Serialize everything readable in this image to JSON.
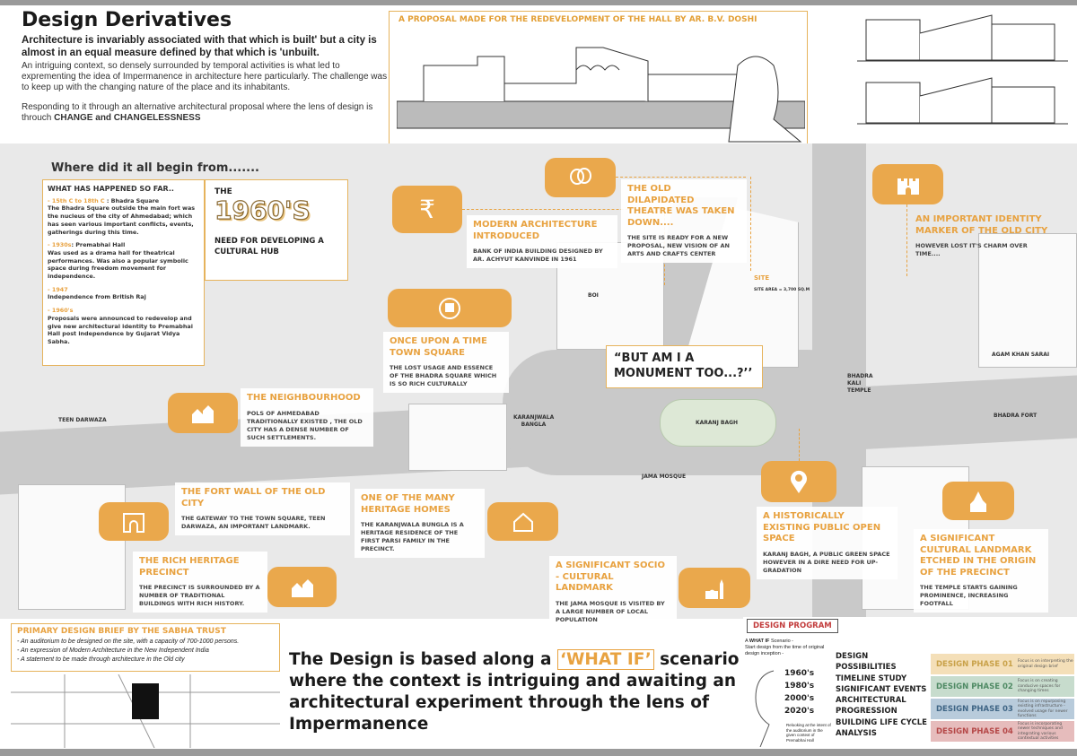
{
  "header": {
    "title": "Design Derivatives",
    "lead": "Architecture is invariably associated with that which is built' but a city is almost in an equal measure defined by that which is 'unbuilt.",
    "intro": "An intriguing context, so densely surrounded by temporal activities is what led to exprementing the idea of Impermanence in architecture here particularly. The challenge was to keep up with the changing nature of the place and its inhabitants.",
    "intro2_prefix": "Responding to it through an alternative architectural proposal where the lens of design is throuch ",
    "intro2_bold": "CHANGE and CHANGELESSNESS"
  },
  "doshi": {
    "title": "A PROPOSAL MADE FOR THE REDEVELOPMENT OF THE HALL BY AR. B.V. DOSHI"
  },
  "begin": {
    "title": "Where did it all begin from.......",
    "box_title": "WHAT HAS HAPPENED SO FAR..",
    "events": [
      {
        "period": "- 15th C to 18th C",
        "place": " : Bhadra Square",
        "text": "The Bhadra Square outside the main fort was the nucleus of the city of Ahmedabad; which has seen various important conflicts, events, gatherings during this time."
      },
      {
        "period": "- 1930s",
        "place": ": Premabhai Hall",
        "text": "Was used as a drama hall for theatrical performances. Was also a popular symbolic space during freedom movement for independence."
      },
      {
        "period": "- 1947",
        "place": "",
        "text": "Independence from British Raj"
      },
      {
        "period": "- 1960's",
        "place": "",
        "text": "Proposals were announced to redevelop and give new architectural identity to Premabhai Hall post independence by Gujarat Vidya Sabha."
      }
    ],
    "sixties_the": "THE",
    "sixties_year": "1960'S",
    "sixties_need": "NEED FOR DEVELOPING A CULTURAL HUB"
  },
  "cards": {
    "modern": {
      "h": "MODERN ARCHITECTURE INTRODUCED",
      "b": "BANK OF INDIA BUILDING DESIGNED BY AR. ACHYUT KANVINDE IN 1961"
    },
    "theatre": {
      "h": "THE OLD DILAPIDATED THEATRE WAS TAKEN DOWN....",
      "b": "THE SITE IS READY FOR A NEW PROPOSAL, NEW VISION OF AN ARTS AND CRAFTS CENTER"
    },
    "town": {
      "h": "ONCE UPON A TIME TOWN SQUARE",
      "b": "THE LOST USAGE AND ESSENCE OF THE BHADRA SQUARE WHICH IS SO RICH CULTURALLY"
    },
    "identity": {
      "h": "AN IMPORTANT IDENTITY MARKER OF THE OLD CITY",
      "b": "HOWEVER LOST IT'S CHARM OVER TIME...."
    },
    "monument": "“BUT AM I A MONUMENT TOO...?’’",
    "neigh": {
      "h": "THE NEIGHBOURHOOD",
      "b": "POLS OF AHMEDABAD TRADITIONALLY EXISTED , THE OLD CITY HAS A DENSE NUMBER OF SUCH SETTLEMENTS."
    },
    "fort": {
      "h": "THE FORT WALL OF THE OLD CITY",
      "b": "THE GATEWAY TO THE TOWN SQUARE, TEEN DARWAZA, AN IMPORTANT LANDMARK."
    },
    "heritage": {
      "h": "ONE OF THE MANY HERITAGE HOMES",
      "b": "THE KARANJWALA BUNGLA IS A HERITAGE RESIDENCE OF THE FIRST PARSI FAMILY IN THE PRECINCT."
    },
    "rich": {
      "h": "THE RICH HERITAGE PRECINCT",
      "b": "THE PRECINCT IS SURROUNDED BY A NUMBER OF TRADITIONAL BUILDINGS WITH RICH HISTORY."
    },
    "socio": {
      "h": "A SIGNIFICANT SOCIO - CULTURAL LANDMARK",
      "b": "THE JAMA MOSQUE IS VISITED BY A LARGE NUMBER OF LOCAL POPULATION"
    },
    "open": {
      "h": "A HISTORICALLY EXISTING PUBLIC OPEN SPACE",
      "b": "KARANJ BAGH, A PUBLIC GREEN SPACE HOWEVER IN A DIRE NEED FOR UP-GRADATION"
    },
    "temple": {
      "h": "A SIGNIFICANT CULTURAL LANDMARK ETCHED IN THE ORIGIN OF THE PRECINCT",
      "b": "THE TEMPLE STARTS GAINING PROMINENCE, INCREASING FOOTFALL"
    }
  },
  "map_labels": {
    "boi": "BOI",
    "site": "SITE",
    "site_area": "SITE AREA = 3,700 SQ.M",
    "teen": "TEEN DARWAZA",
    "karanjwala": "KARANJWALA BANGLA",
    "karanj": "KARANJ BAGH",
    "jama": "JAMA MOSQUE",
    "kali": "BHADRA KALI TEMPLE",
    "agam": "AGAM KHAN SARAI",
    "fort": "BHADRA FORT"
  },
  "icons": [
    "rupee-icon",
    "theatre-masks-icon",
    "town-square-icon",
    "castle-icon",
    "neighbourhood-icon",
    "fort-gate-icon",
    "heritage-home-icon",
    "heritage-precinct-icon",
    "location-pin-icon",
    "mosque-icon",
    "temple-icon"
  ],
  "brief": {
    "title": "PRIMARY DESIGN BRIEF BY THE SABHA TRUST",
    "items": [
      "- An auditorium to be designed on the site, with a capacity of 700-1000 persons.",
      "- An expression of Modern Architecture in the New Independent India",
      "- A statement to be made through architecture in the Old city"
    ]
  },
  "statement": {
    "pre": "The Design is based along a ",
    "what_if": "‘WHAT IF’",
    "post": " scenario where the context is intriguing and awaiting an architectural experiment through the lens of Impermanence"
  },
  "program": {
    "title": "DESIGN PROGRAM",
    "scenario_bold": "WHAT IF",
    "scenario_pre": "A ",
    "scenario_post": " Scenario -",
    "start": "Start design from the time of original design inception -",
    "decades": [
      "1960's",
      "1980's",
      "2000's",
      "2020's"
    ],
    "relook": "Relooking at the intent of the auditorium in the given context of Premabhai Hall",
    "steps": [
      "DESIGN POSSIBILITIES",
      "TIMELINE STUDY",
      "SIGNIFICANT EVENTS",
      "ARCHITECTURAL PROGRESSION",
      "BUILDING LIFE CYCLE ANALYSIS"
    ],
    "phases": [
      {
        "name": "DESIGN PHASE 01",
        "desc": "Focus is on interpreting the original design brief",
        "color": "#c9a24a",
        "bg": "#f4dfb8"
      },
      {
        "name": "DESIGN PHASE 02",
        "desc": "Focus is on creating conducive spaces for changing times",
        "color": "#4f8a64",
        "bg": "#c7dccd"
      },
      {
        "name": "DESIGN PHASE 03",
        "desc": "Focus is on repurposing existing infrastructure - evolved usage for newer functions",
        "color": "#3f6585",
        "bg": "#b8cbdb"
      },
      {
        "name": "DESIGN PHASE 04",
        "desc": "Focus is incorporating newer techniques and integrating various contextual activities",
        "color": "#b54848",
        "bg": "#e6bcbc"
      }
    ]
  },
  "colors": {
    "accent": "#e8a240",
    "icon_box": "#eaa84c"
  }
}
